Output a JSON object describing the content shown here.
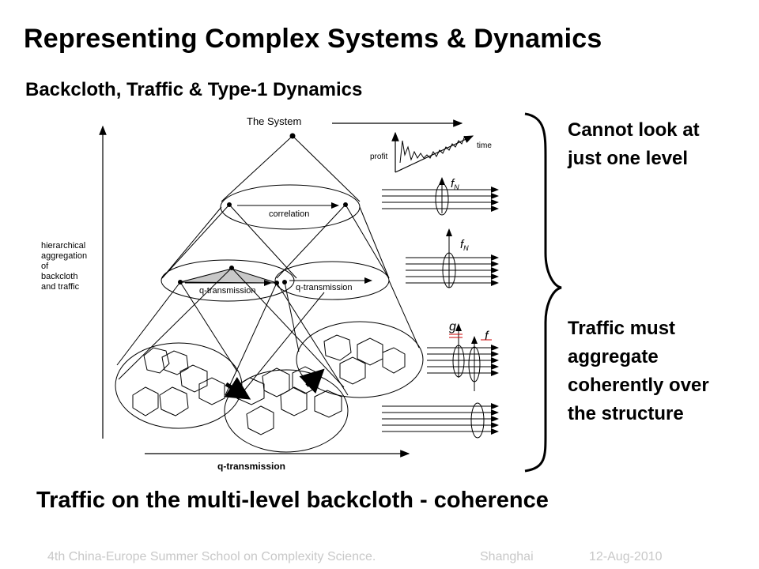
{
  "slide": {
    "title": "Representing Complex Systems & Dynamics",
    "subtitle": "Backcloth, Traffic & Type-1 Dynamics",
    "note_top": "Cannot look at just one level",
    "note_bottom": "Traffic must aggregate coherently over the structure",
    "caption": "Traffic on the multi-level backcloth - coherence",
    "footer": {
      "school": "4th China-Europe Summer School on Complexity Science.",
      "city": "Shanghai",
      "date": "12-Aug-2010"
    }
  },
  "diagram": {
    "system_label": "The System",
    "profit_label": "profit",
    "time_label": "time",
    "correlation_label": "correlation",
    "q_transmission_left": "q-transmission",
    "q_transmission_right": "q-transmission",
    "q_transmission_bottom": "q-transmission",
    "hierarchy_lines": [
      "hierarchical",
      "aggregation",
      "of",
      "backcloth",
      "and traffic"
    ],
    "f_N_top": "f",
    "f_N_mid": "f",
    "f_N_sub": "N",
    "g_label": "g",
    "f_label": "f",
    "accent_color": "#cc0000"
  }
}
